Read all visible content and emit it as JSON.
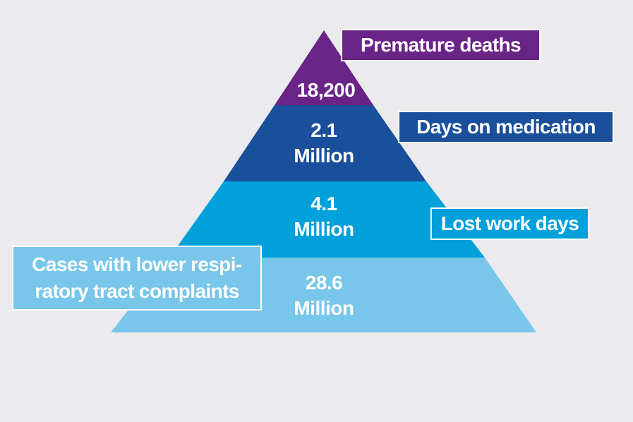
{
  "diagram": {
    "type": "pyramid",
    "background": "#ebebed",
    "levels": [
      {
        "id": "premature-deaths",
        "label": "Premature deaths",
        "value_lines": [
          "18,200"
        ],
        "value": "18,200",
        "color": "#6a2386"
      },
      {
        "id": "days-on-medication",
        "label": "Days on medication",
        "value_lines": [
          "2.1",
          "Million"
        ],
        "value": "2.1 Million",
        "color": "#1a4f9c"
      },
      {
        "id": "lost-work-days",
        "label": "Lost work days",
        "value_lines": [
          "4.1",
          "Million"
        ],
        "value": "4.1 Million",
        "color": "#00a0db"
      },
      {
        "id": "respiratory-cases",
        "label": "Cases with lower respiratory tract complaints",
        "label_lines": [
          "Cases with lower respi-",
          "ratory tract complaints"
        ],
        "value_lines": [
          "28.6",
          "Million"
        ],
        "value": "28.6 Million",
        "color": "#78c6ea"
      }
    ]
  }
}
